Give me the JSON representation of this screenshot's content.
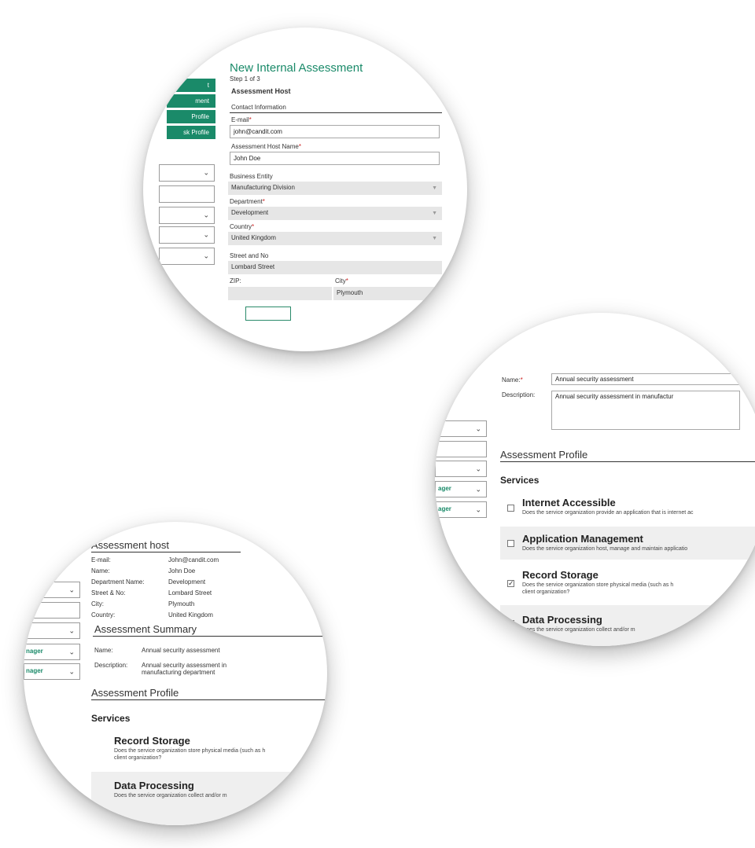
{
  "top": {
    "nav": [
      "t",
      "ment",
      "Profile",
      "sk Profile"
    ],
    "form_title": "New Internal Assessment",
    "step": "Step 1 of 3",
    "section": "Assessment Host",
    "subsection": "Contact Information",
    "email_label": "E-mail",
    "email_value": "john@candit.com",
    "host_name_label": "Assessment Host Name",
    "host_name_value": "John Doe",
    "business_label": "Business Entity",
    "business_value": "Manufacturing Division",
    "department_label": "Department",
    "department_value": "Development",
    "country_label": "Country",
    "country_value": "United Kingdom",
    "street_label": "Street and No",
    "street_value": "Lombard Street",
    "zip_label": "ZIP:",
    "zip_value": "",
    "city_label": "City",
    "city_value": "Plymouth",
    "required_mark": "*"
  },
  "right": {
    "name_label": "Name:",
    "name_value": "Annual security assessment",
    "description_label": "Description:",
    "description_value": "Annual security assessment in manufactur",
    "sidebar_labels": [
      "ager",
      "ager"
    ],
    "profile_heading": "Assessment Profile",
    "services_heading": "Services",
    "services": [
      {
        "title": "Internet Accessible",
        "desc": "Does the service organization provide an application that is internet ac",
        "checked": false
      },
      {
        "title": "Application Management",
        "desc": "Does the service organization host, manage and maintain applicatio",
        "checked": false
      },
      {
        "title": "Record Storage",
        "desc": "Does the service organization store physical media (such as h",
        "desc2": "client organization?",
        "checked": true
      },
      {
        "title": "Data Processing",
        "desc": "Does the service organization collect and/or m",
        "checked": true
      }
    ]
  },
  "bottom": {
    "host_heading": "Assessment host",
    "rows": [
      {
        "k": "E-mail:",
        "v": "John@candit.com"
      },
      {
        "k": "Name:",
        "v": "John Doe"
      },
      {
        "k": "Department Name:",
        "v": "Development"
      },
      {
        "k": "Street & No:",
        "v": "Lombard Street"
      },
      {
        "k": "City:",
        "v": "Plymouth"
      },
      {
        "k": "Country:",
        "v": "United Kingdom"
      }
    ],
    "sidebar_labels": [
      "nager",
      "nager"
    ],
    "summary_heading": "Assessment Summary",
    "name_label": "Name:",
    "name_value": "Annual security assessment",
    "desc_label": "Description:",
    "desc_value_1": "Annual security assessment in",
    "desc_value_2": "manufacturing department",
    "profile_heading": "Assessment Profile",
    "services_heading": "Services",
    "svc1_title": "Record Storage",
    "svc1_desc": "Does the service organization store physical media (such as h",
    "svc1_desc2": "client organization?",
    "svc2_title": "Data Processing",
    "svc2_desc": "Does the service organization collect and/or m"
  },
  "colors": {
    "accent": "#1a8a69",
    "required": "#cc2222"
  }
}
